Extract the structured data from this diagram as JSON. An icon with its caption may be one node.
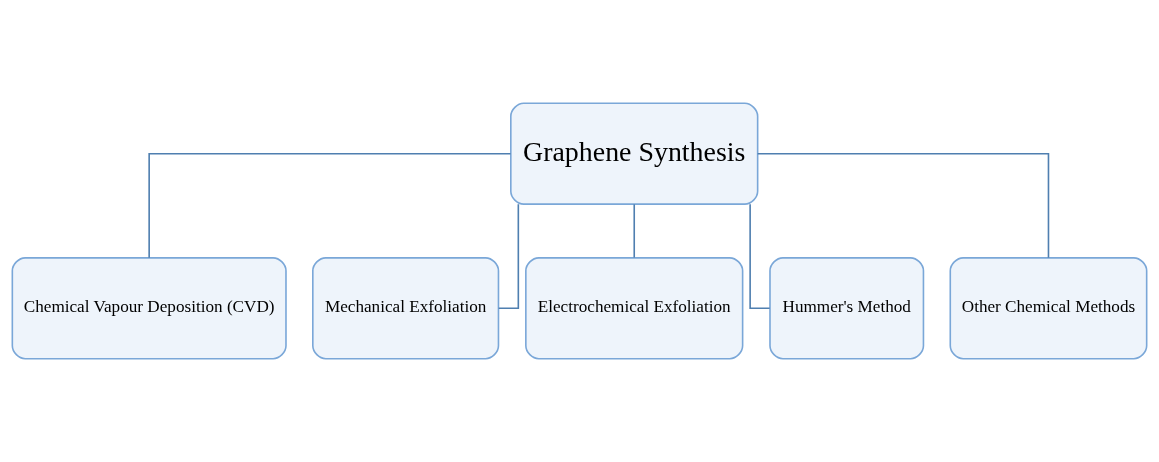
{
  "diagram": {
    "nodes": [
      {
        "text": [
          "Graphene Synthesis"
        ]
      },
      {
        "text": [
          "Chemical Vapour Deposition (CVD)"
        ]
      },
      {
        "text": [
          "Mechanical Exfoliation"
        ]
      },
      {
        "text": [
          "Electrochemical Exfoliation"
        ]
      },
      {
        "text": [
          "Hummer's Method"
        ]
      },
      {
        "text": [
          "Other Chemical Methods"
        ]
      }
    ],
    "edges": [
      {
        "from": 0,
        "to": 1,
        "arrow": "none"
      },
      {
        "from": 0,
        "to": 2,
        "arrow": "none"
      },
      {
        "from": 0,
        "to": 3,
        "arrow": "none"
      },
      {
        "from": 0,
        "to": 4,
        "arrow": "none"
      },
      {
        "from": 0,
        "to": 5,
        "arrow": "none"
      }
    ]
  }
}
